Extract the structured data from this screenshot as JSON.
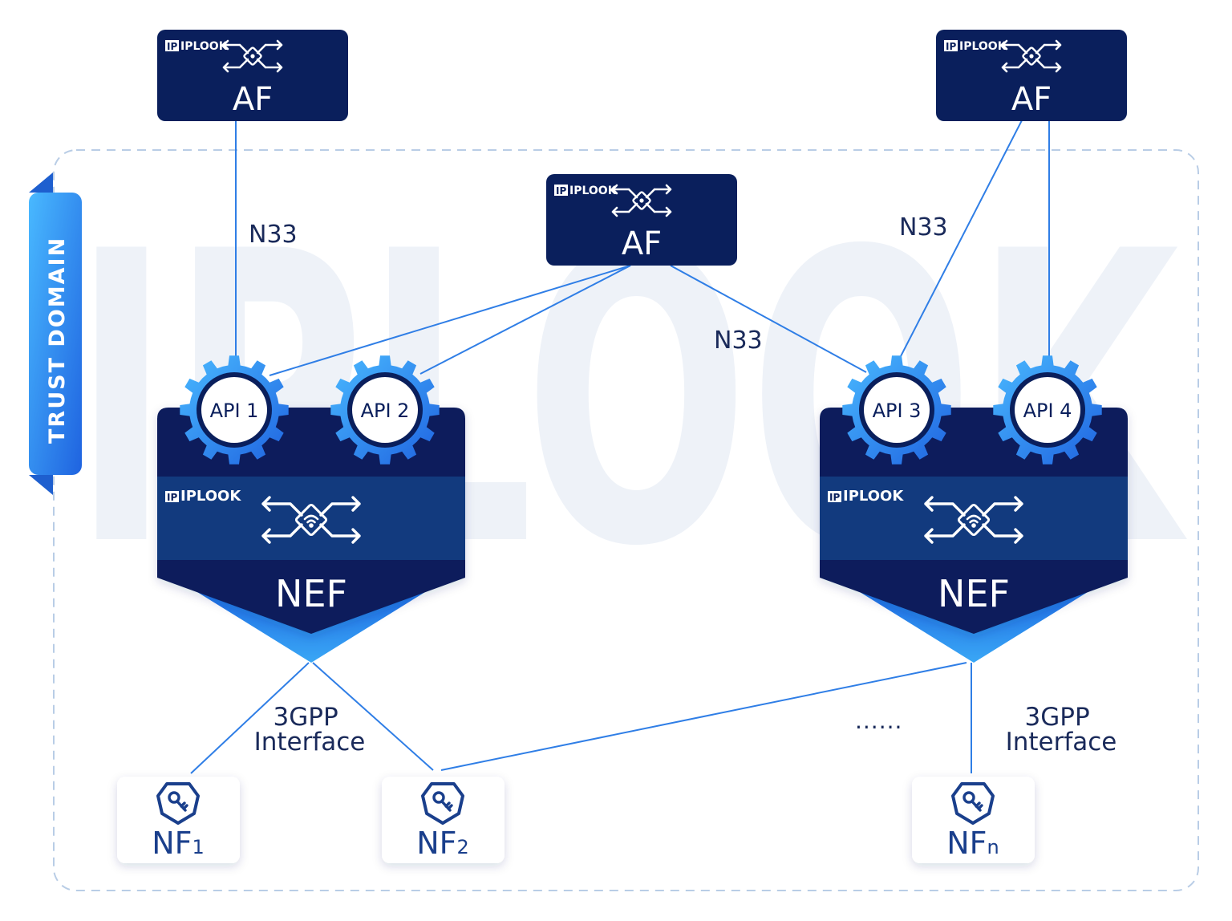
{
  "watermark": "IPLOOK",
  "trust_domain": {
    "label": "TRUST DOMAIN"
  },
  "brand": {
    "logo_text": "IPLOOK"
  },
  "colors": {
    "navy": "#0a1f5c",
    "navy_band": "#123a7e",
    "accent_blue": "#2b8ef0",
    "line_blue": "#2f7ee6",
    "label_text": "#1a2a5a",
    "dashed_border": "#b9cde6"
  },
  "icons": {
    "af": "router-arrows-icon",
    "nef": "wifi-router-icon",
    "nf": "key-shield-icon"
  },
  "af_nodes": [
    {
      "id": "af_left",
      "label": "AF"
    },
    {
      "id": "af_center",
      "label": "AF"
    },
    {
      "id": "af_right",
      "label": "AF"
    }
  ],
  "nef_nodes": [
    {
      "id": "nef_left",
      "label": "NEF",
      "apis": [
        "API 1",
        "API 2"
      ]
    },
    {
      "id": "nef_right",
      "label": "NEF",
      "apis": [
        "API 3",
        "API 4"
      ]
    }
  ],
  "nf_nodes": [
    {
      "id": "nf1",
      "label": "NF",
      "sub": "1"
    },
    {
      "id": "nf2",
      "label": "NF",
      "sub": "2"
    },
    {
      "id": "nfn",
      "label": "NF",
      "sub": "n"
    }
  ],
  "edge_labels": {
    "n33_left": "N33",
    "n33_right": "N33",
    "n33_center": "N33",
    "interface_left": [
      "3GPP",
      "Interface"
    ],
    "interface_right": [
      "3GPP",
      "Interface"
    ],
    "ellipsis": "......"
  }
}
